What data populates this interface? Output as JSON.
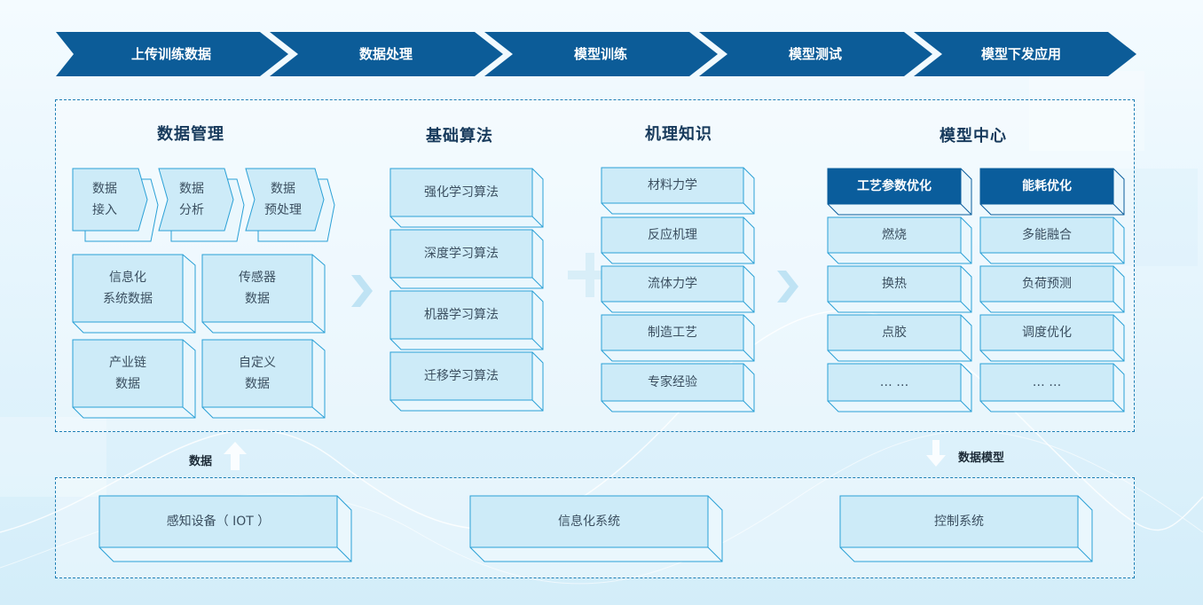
{
  "process_steps": [
    "上传训练数据",
    "数据处理",
    "模型训练",
    "模型测试",
    "模型下发应用"
  ],
  "columns": {
    "data_mgmt": {
      "title": "数据管理",
      "small_boxes": [
        [
          "数据",
          "接入"
        ],
        [
          "数据",
          "分析"
        ],
        [
          "数据",
          "预处理"
        ]
      ],
      "big_boxes": [
        [
          "信息化",
          "系统数据"
        ],
        [
          "传感器",
          "数据"
        ],
        [
          "产业链",
          "数据"
        ],
        [
          "自定义",
          "数据"
        ]
      ]
    },
    "algorithms": {
      "title": "基础算法",
      "items": [
        "强化学习算法",
        "深度学习算法",
        "机器学习算法",
        "迁移学习算法"
      ]
    },
    "mechanism": {
      "title": "机理知识",
      "items": [
        "材料力学",
        "反应机理",
        "流体力学",
        "制造工艺",
        "专家经验"
      ]
    },
    "model_center": {
      "title": "模型中心",
      "left": {
        "header": "工艺参数优化",
        "items": [
          "燃烧",
          "换热",
          "点胶",
          "… …"
        ]
      },
      "right": {
        "header": "能耗优化",
        "items": [
          "多能融合",
          "负荷预测",
          "调度优化",
          "… …"
        ]
      }
    }
  },
  "flow_labels": {
    "up": "数据",
    "down": "数据模型"
  },
  "bottom_systems": [
    "感知设备（ IOT ）",
    "信息化系统",
    "控制系统"
  ],
  "colors": {
    "arrow_dark": "#0c5c98",
    "box_fill": "#cdebf8",
    "box_stroke": "#2aa0d6",
    "dark_fill": "#0a5d9c"
  }
}
